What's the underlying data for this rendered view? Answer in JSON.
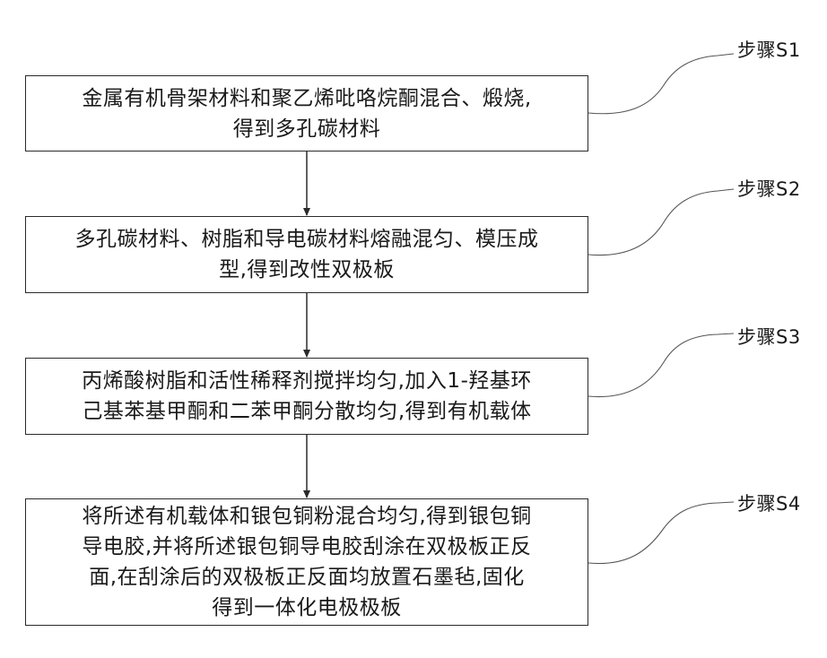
{
  "steps": [
    {
      "id": "s1",
      "label": "步骤S1",
      "lines": [
        "金属有机骨架材料和聚乙烯吡咯烷酮混合、煅烧,",
        "得到多孔碳材料"
      ]
    },
    {
      "id": "s2",
      "label": "步骤S2",
      "lines": [
        "多孔碳材料、树脂和导电碳材料熔融混匀、模压成",
        "型,得到改性双极板"
      ]
    },
    {
      "id": "s3",
      "label": "步骤S3",
      "lines": [
        "丙烯酸树脂和活性稀释剂搅拌均匀,加入1-羟基环",
        "己基苯基甲酮和二苯甲酮分散均匀,得到有机载体"
      ]
    },
    {
      "id": "s4",
      "label": "步骤S4",
      "lines": [
        "将所述有机载体和银包铜粉混合均匀,得到银包铜",
        "导电胶,并将所述银包铜导电胶刮涂在双极板正反",
        "面,在刮涂后的双极板正反面均放置石墨毡,固化",
        "得到一体化电极极板"
      ]
    }
  ]
}
